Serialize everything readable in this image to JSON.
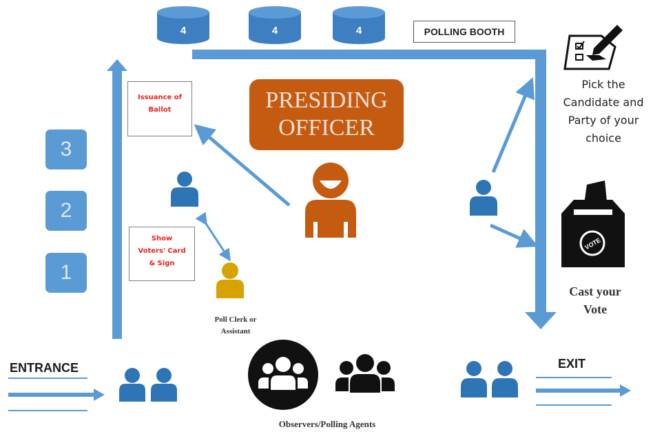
{
  "booth_label": "POLLING BOOTH",
  "queue_numbers": [
    "4",
    "4",
    "4"
  ],
  "steps": [
    "3",
    "2",
    "1"
  ],
  "presiding_officer": {
    "line1": "PRESIDING",
    "line2": "OFFICER"
  },
  "issuance": {
    "line1": "Issuance of",
    "line2": "Ballot"
  },
  "show_card": {
    "line1": "Show",
    "line2": "Voters' Card",
    "line3": "& Sign"
  },
  "poll_clerk": {
    "line1": "Poll Clerk or",
    "line2": "Assistant"
  },
  "pick_candidate": {
    "line1": "Pick the",
    "line2": "Candidate and",
    "line3": "Party of your",
    "line4": "choice"
  },
  "cast_vote": {
    "line1": "Cast your",
    "line2": "Vote"
  },
  "ballot_box_text": "VOTE",
  "entrance": "ENTRANCE",
  "exit": "EXIT",
  "observers": "Observers/Polling Agents",
  "colors": {
    "blue": "#5b9bd5",
    "arrow": "#5b9bd5",
    "officer": "#c55a11",
    "clerk": "#d6a300",
    "icon_blue": "#2e75b6"
  }
}
